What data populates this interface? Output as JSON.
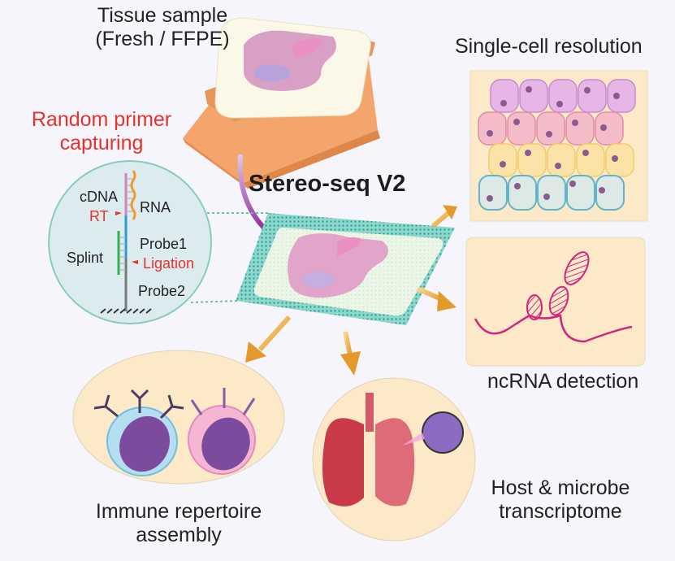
{
  "title": "Stereo-seq V2",
  "input": {
    "label_line1": "Tissue sample",
    "label_line2": "(Fresh / FFPE)"
  },
  "method": {
    "label_line1": "Random primer",
    "label_line2": "capturing",
    "inset_labels": {
      "cdna": "cDNA",
      "rna": "RNA",
      "rt": "RT",
      "probe1": "Probe1",
      "splint": "Splint",
      "ligation": "Ligation",
      "probe2": "Probe2"
    }
  },
  "outputs": {
    "single_cell": "Single-cell resolution",
    "ncrna": "ncRNA detection",
    "host_microbe_line1": "Host & microbe",
    "host_microbe_line2": "transcriptome",
    "immune_line1": "Immune repertoire",
    "immune_line2": "assembly"
  },
  "colors": {
    "accent_red": "#e8312a",
    "arrow_orange": "#eda93a",
    "chip_teal": "#7fd3c9",
    "tissue_pink": "#d98bb8",
    "panel_cream": "#fbe9c8"
  }
}
